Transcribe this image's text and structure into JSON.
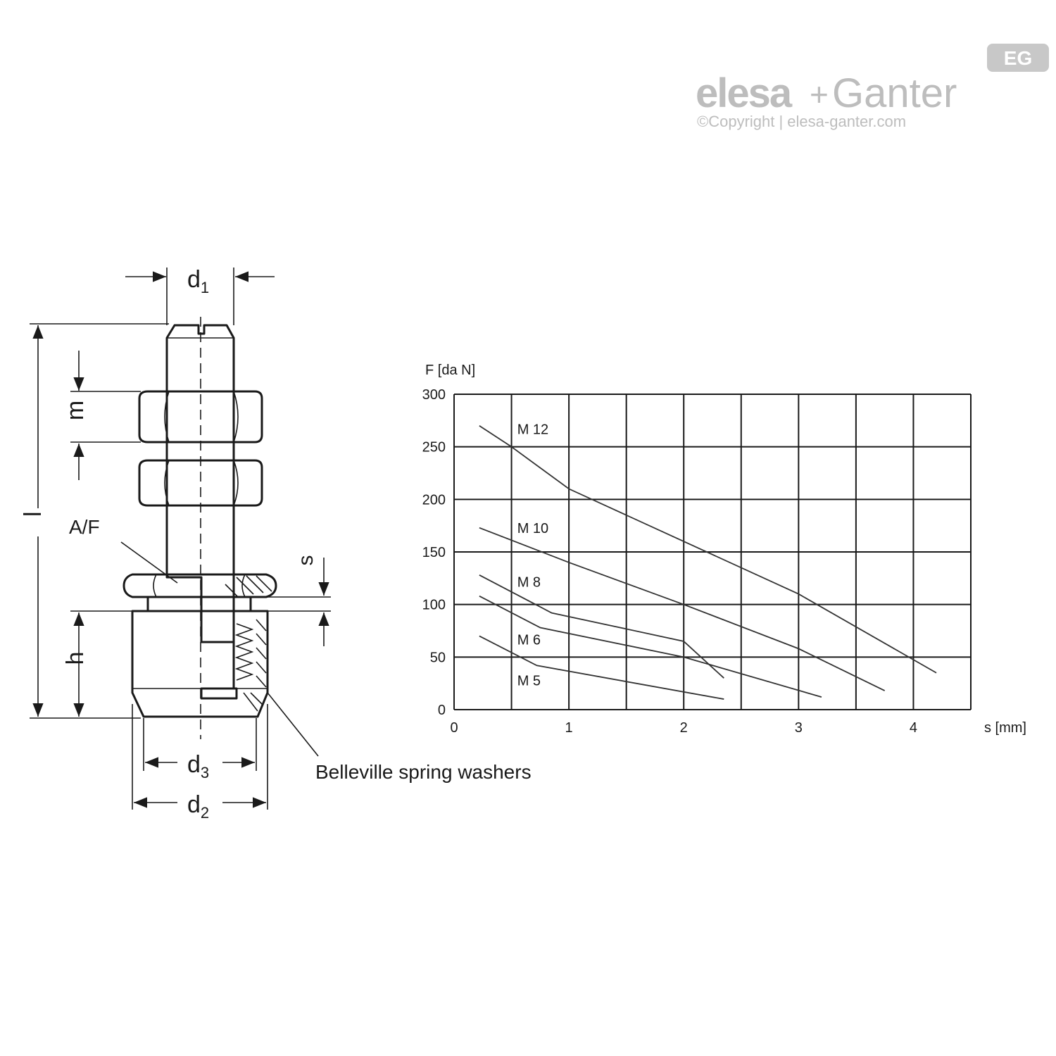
{
  "brand": {
    "name_left": "elesa",
    "plus": "+",
    "name_right": "Ganter",
    "mark": "EG",
    "copyright": "©Copyright | elesa-ganter.com"
  },
  "drawing": {
    "labels": {
      "d1": "d",
      "d1_sub": "1",
      "d2": "d",
      "d2_sub": "2",
      "d3": "d",
      "d3_sub": "3",
      "l": "l",
      "m": "m",
      "h": "h",
      "s": "s",
      "af": "A/F",
      "washers": "Belleville spring washers"
    }
  },
  "chart_data": {
    "type": "line",
    "ylabel": "F [da N]",
    "xlabel": "s [mm]",
    "xlim": [
      0,
      4.5
    ],
    "ylim": [
      0,
      300
    ],
    "xticks": [
      0,
      1,
      2,
      3,
      4
    ],
    "yticks": [
      0,
      50,
      100,
      150,
      200,
      250,
      300
    ],
    "grid": true,
    "series": [
      {
        "name": "M 12",
        "x": [
          0.22,
          0.5,
          1.0,
          2.0,
          3.0,
          4.2
        ],
        "y": [
          270,
          250,
          210,
          160,
          110,
          35
        ]
      },
      {
        "name": "M 10",
        "x": [
          0.22,
          1.0,
          2.0,
          3.0,
          3.75
        ],
        "y": [
          173,
          140,
          100,
          58,
          18
        ]
      },
      {
        "name": "M 8",
        "x": [
          0.22,
          0.85,
          2.0,
          2.35
        ],
        "y": [
          128,
          92,
          65,
          30
        ]
      },
      {
        "name": "M 6",
        "x": [
          0.22,
          0.75,
          2.0,
          3.2
        ],
        "y": [
          108,
          78,
          50,
          12
        ]
      },
      {
        "name": "M 5",
        "x": [
          0.22,
          0.72,
          2.35
        ],
        "y": [
          70,
          42,
          10
        ]
      }
    ]
  }
}
